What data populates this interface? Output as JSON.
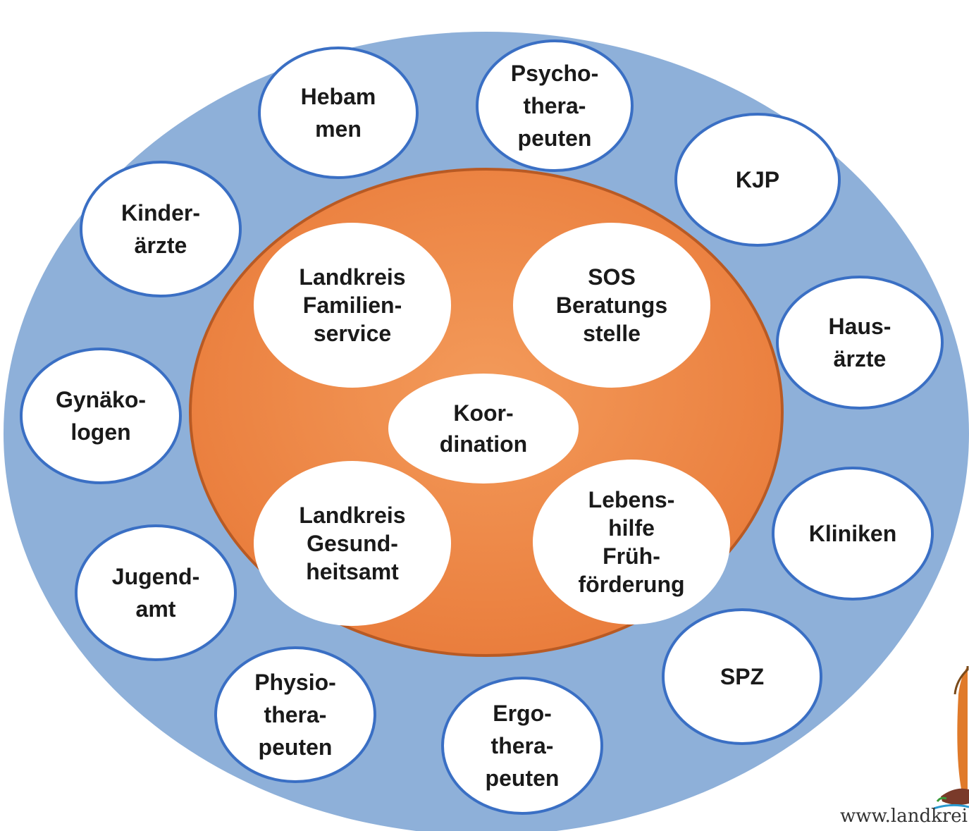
{
  "colors": {
    "outer_ring": "#8eb0d9",
    "inner_ring": "#eb8545",
    "node_fill": "#ffffff",
    "node_border": "#3a6fc4",
    "text": "#1a1a1a"
  },
  "title": "",
  "outer_nodes": [
    {
      "name": "node-hebammen",
      "lines": [
        "Hebam",
        "men"
      ]
    },
    {
      "name": "node-psychotherapeuten",
      "lines": [
        "Psycho-",
        "thera-",
        "peuten"
      ]
    },
    {
      "name": "node-kjp",
      "lines": [
        "KJP"
      ]
    },
    {
      "name": "node-hausaerzte",
      "lines": [
        "Haus-",
        "ärzte"
      ]
    },
    {
      "name": "node-kliniken",
      "lines": [
        "Kliniken"
      ]
    },
    {
      "name": "node-spz",
      "lines": [
        "SPZ"
      ]
    },
    {
      "name": "node-ergotherapeuten",
      "lines": [
        "Ergo-",
        "thera-",
        "peuten"
      ]
    },
    {
      "name": "node-physiotherapeuten",
      "lines": [
        "Physio-",
        "thera-",
        "peuten"
      ]
    },
    {
      "name": "node-jugendamt",
      "lines": [
        "Jugend-",
        "amt"
      ]
    },
    {
      "name": "node-gynaekologen",
      "lines": [
        "Gynäko-",
        "logen"
      ]
    },
    {
      "name": "node-kinderaerzte",
      "lines": [
        "Kinder-",
        "ärzte"
      ]
    }
  ],
  "inner_nodes": [
    {
      "name": "node-landkreis-familienservice",
      "lines": [
        "Landkreis",
        "Familien-",
        "service"
      ]
    },
    {
      "name": "node-sos-beratungsstelle",
      "lines": [
        "SOS",
        "Beratungs",
        "stelle"
      ]
    },
    {
      "name": "node-landkreis-gesundheitsamt",
      "lines": [
        "Landkreis",
        "Gesund-",
        "heitsamt"
      ]
    },
    {
      "name": "node-lebenshilfe-fruehfoerderung",
      "lines": [
        "Lebens-",
        "hilfe",
        "Früh-",
        "förderung"
      ]
    }
  ],
  "center_node": {
    "name": "node-koordination",
    "lines": [
      "Koor-",
      "dination"
    ]
  },
  "footer": {
    "url": "www.landkrei"
  }
}
